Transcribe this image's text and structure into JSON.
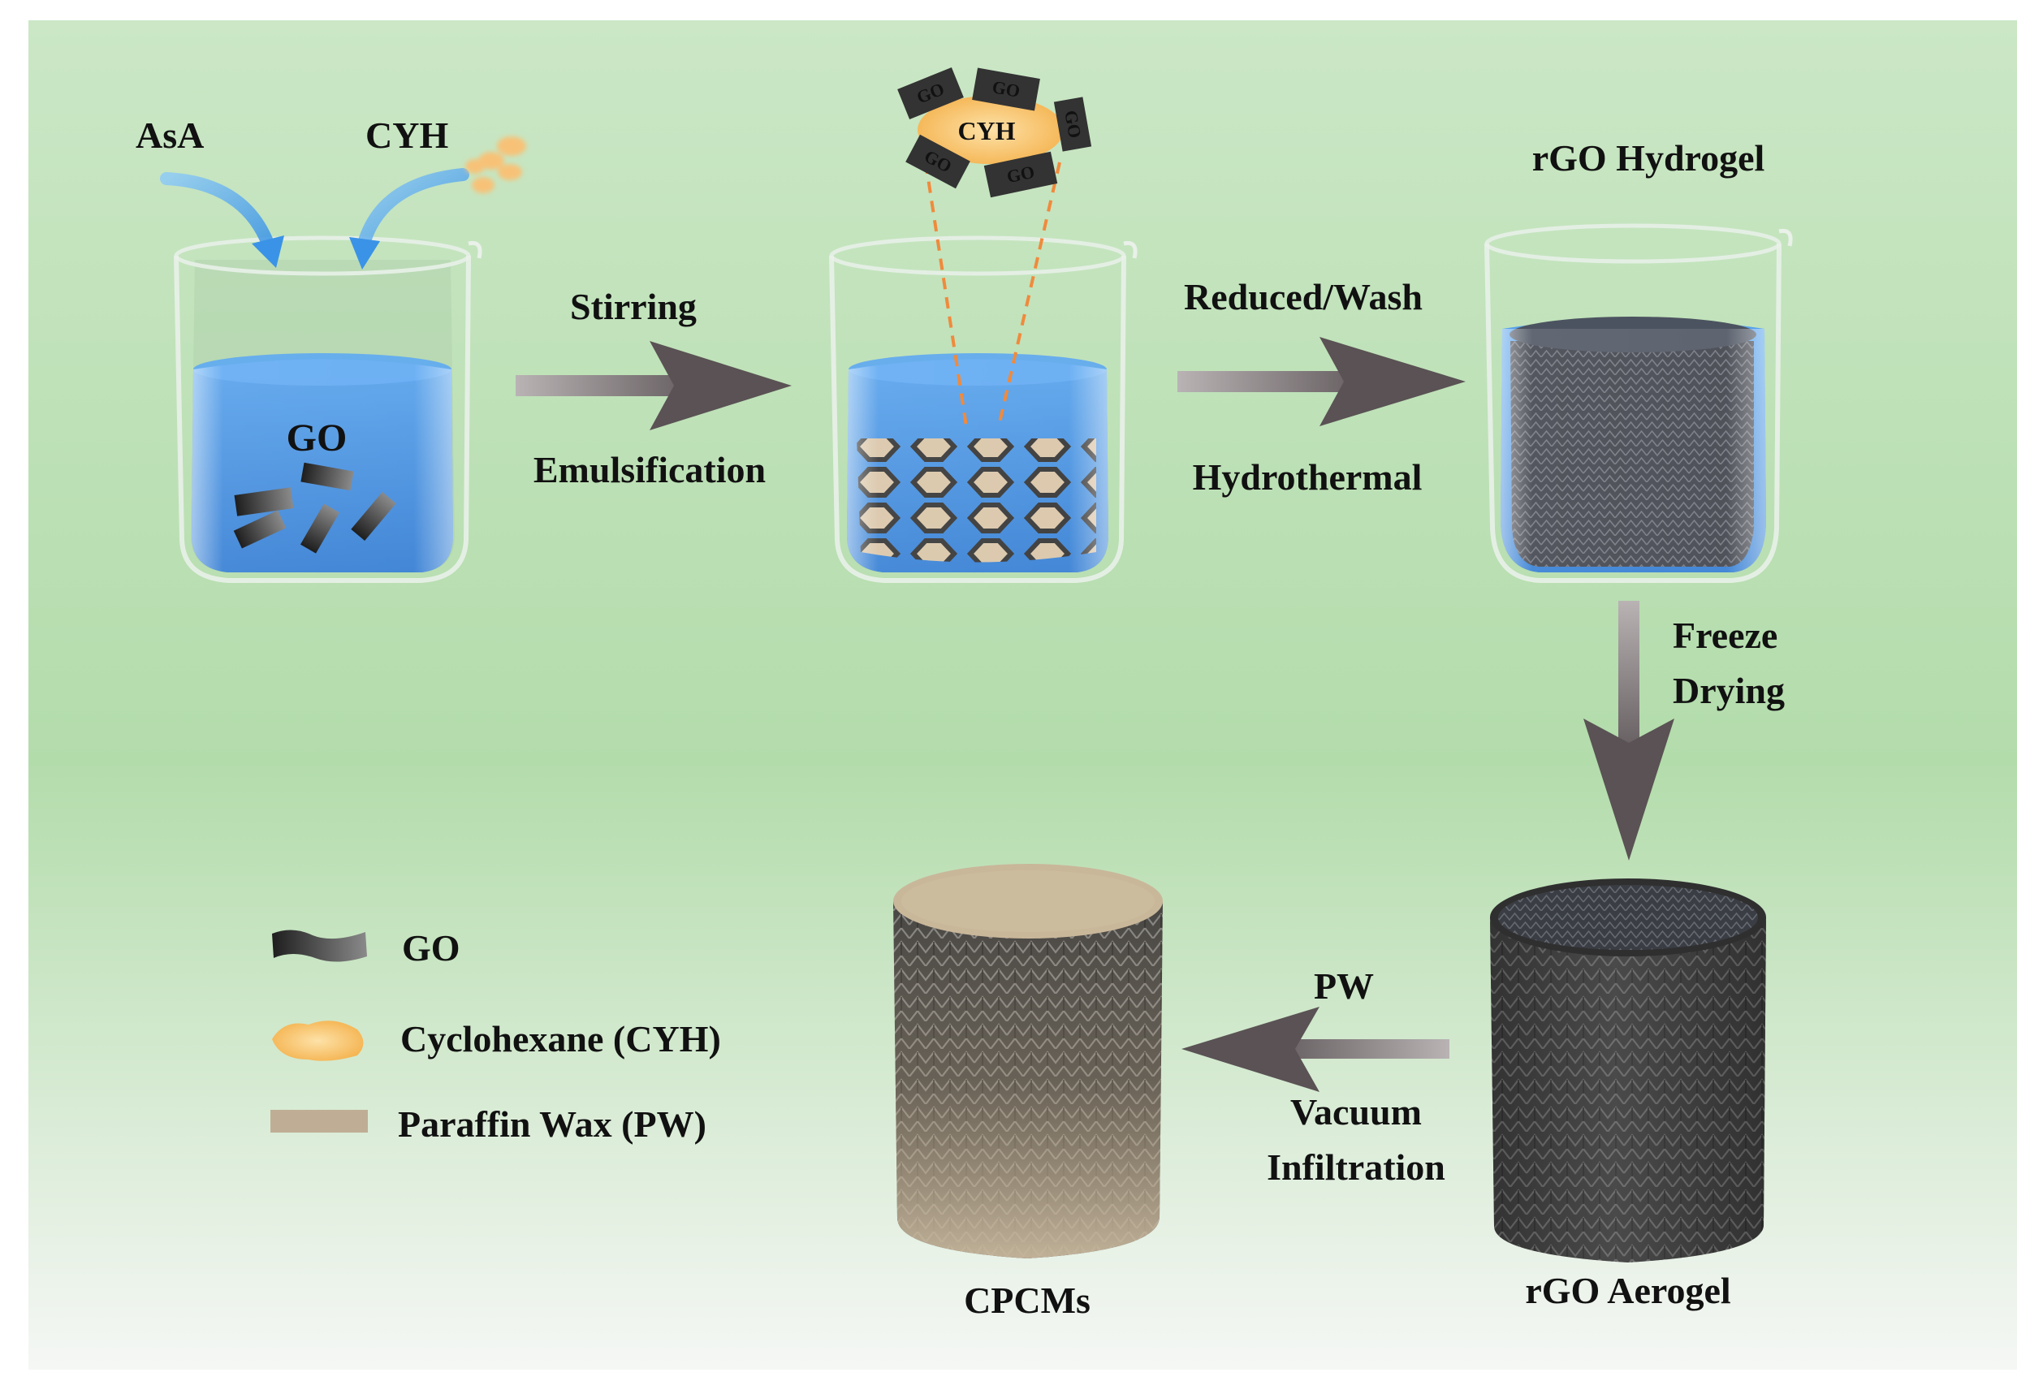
{
  "labels": {
    "asa": "AsA",
    "cyh_top": "CYH",
    "go_beaker": "GO",
    "cyh_droplet": "CYH",
    "go_tag": "GO",
    "stirring": "Stirring",
    "emulsification": "Emulsification",
    "reduced_wash": "Reduced/Wash",
    "hydrothermal": "Hydrothermal",
    "rgo_hydrogel": "rGO Hydrogel",
    "freeze": "Freeze",
    "drying": "Drying",
    "pw": "PW",
    "vacuum": "Vacuum",
    "infiltration": "Infiltration",
    "rgo_aerogel": "rGO Aerogel",
    "cpcms": "CPCMs"
  },
  "legend": [
    {
      "label": "GO",
      "icon": "go-sheet-icon"
    },
    {
      "label": "Cyclohexane (CYH)",
      "icon": "cyclohexane-droplet-icon"
    },
    {
      "label": "Paraffin Wax (PW)",
      "icon": "paraffin-wax-bar-icon"
    }
  ],
  "colors": {
    "background_top": "#c9e6c4",
    "background_mid": "#b2dcaa",
    "background_bottom": "#f4f7f4",
    "water": "#2f83e8",
    "arrow": "#7d7576",
    "go_sheet": "#3b3b3b",
    "cyclohexane": "#f7b64a",
    "paraffin": "#bfae95"
  }
}
